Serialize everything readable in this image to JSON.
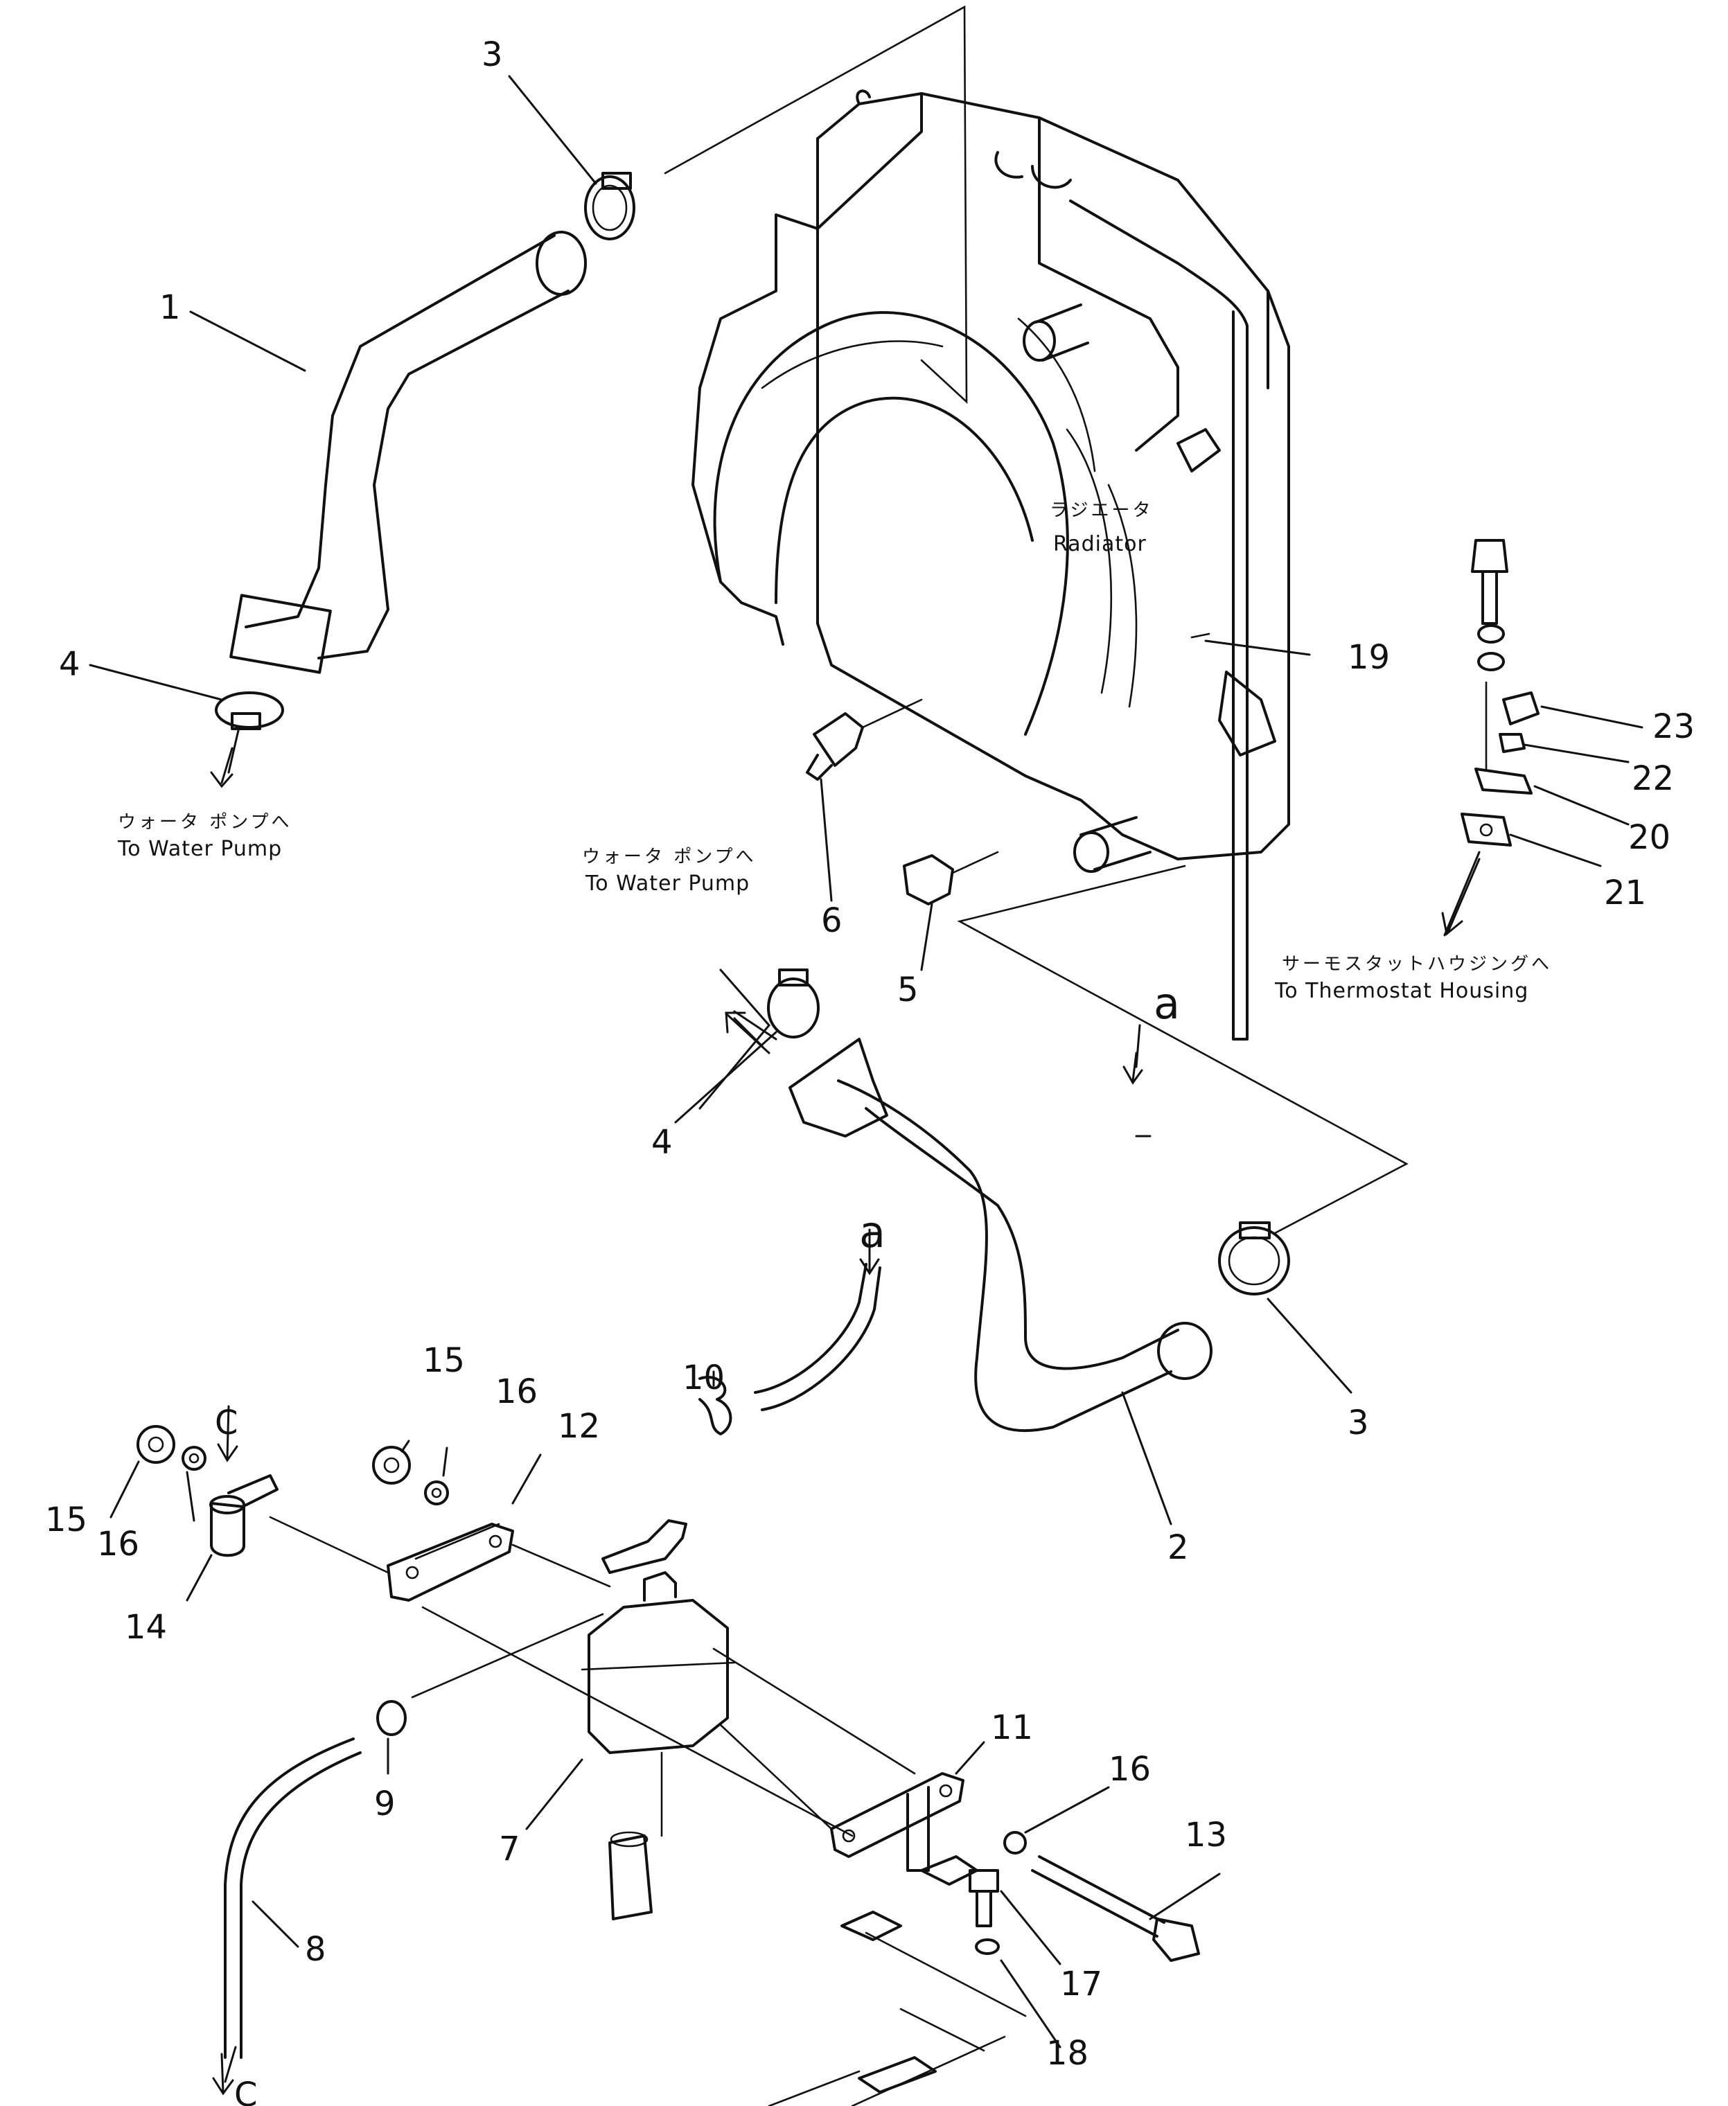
{
  "parts": {
    "p1": "1",
    "p2": "2",
    "p3a": "3",
    "p3b": "3",
    "p4a": "4",
    "p4b": "4",
    "p5": "5",
    "p6": "6",
    "p7": "7",
    "p8": "8",
    "p9": "9",
    "p10": "10",
    "p11": "11",
    "p12": "12",
    "p13": "13",
    "p14": "14",
    "p15a": "15",
    "p15b": "15",
    "p16a": "16",
    "p16b": "16",
    "p16c": "16",
    "p17": "17",
    "p18": "18",
    "p19": "19",
    "p20": "20",
    "p21": "21",
    "p22": "22",
    "p23": "23"
  },
  "notes": {
    "radiator_ja": "ラジエータ",
    "radiator_en": "Radiator",
    "water_pump_ja": "ウォータ ポンプへ",
    "water_pump_en": "To Water Pump",
    "thermostat_ja": "サーモスタットハウジングへ",
    "thermostat_en": "To Thermostat Housing"
  },
  "refs": {
    "a_top": "a",
    "a_lower": "a",
    "c_top": "C",
    "c_bottom": "C"
  }
}
